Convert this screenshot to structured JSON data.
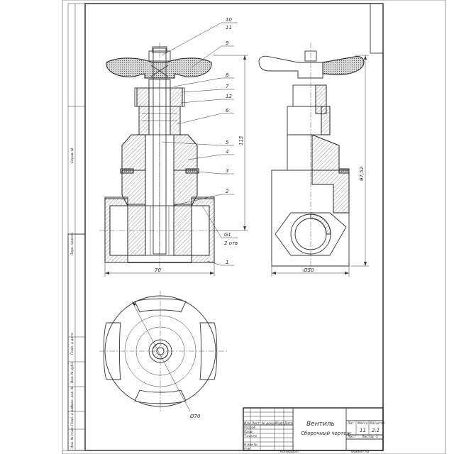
{
  "title_block": {
    "name": "Вентиль",
    "doc_type": "Сборочный чертеж",
    "col_lit": "Лит",
    "col_mass": "Масса",
    "col_scale": "Масштаб",
    "mass": "11",
    "scale": "2:1",
    "sheet": "Лист",
    "sheets": "Листов",
    "sheets_count": "1",
    "copied": "Копировал",
    "format": "Формат  А3",
    "rows": [
      "Изм Лист",
      "№ докум",
      "Подп",
      "Дата",
      "Разраб",
      "Пров",
      "Т.контр",
      "Н.контр",
      "Утв"
    ]
  },
  "margin_stamps": [
    "Перв. примен.",
    "Справ. №",
    "Подп. и дата",
    "Инв. № дубл.",
    "Взам. инв. №",
    "Подп. и дата",
    "Инв. № подл."
  ],
  "callouts": {
    "c10": "10",
    "c11": "11",
    "c9": "9",
    "c8": "8",
    "c7": "7",
    "c12": "12",
    "c6": "6",
    "c5": "5",
    "c4": "4",
    "c3": "3",
    "c2": "2",
    "cG1": "G1",
    "c2otv": "2 отв",
    "c1": "1"
  },
  "dimensions": {
    "front_width": "70",
    "front_height": "115",
    "side_width": "Ø50",
    "side_height": "97,52",
    "top_diameter": "Ø70"
  }
}
